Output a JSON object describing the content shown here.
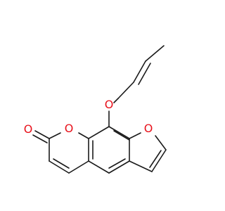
{
  "molecule": {
    "atoms": {
      "o_ether": "O",
      "o_pyrone": "O",
      "o_carbonyl": "O",
      "o_furan": "O"
    },
    "colors": {
      "bond": "#1a1a1a",
      "oxygen": "#e8121c",
      "background": "#ffffff"
    }
  }
}
